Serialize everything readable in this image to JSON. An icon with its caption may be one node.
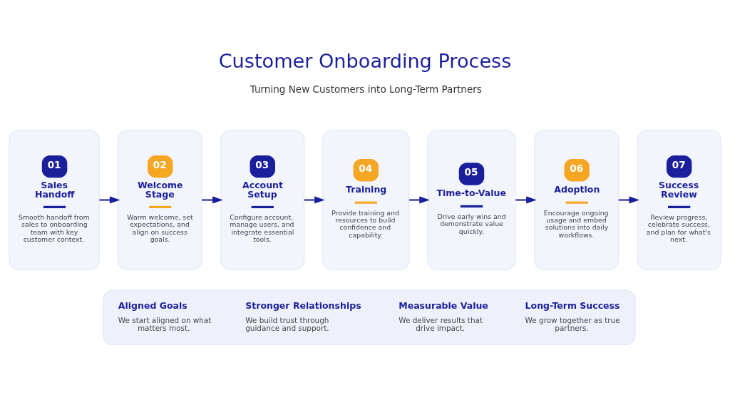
{
  "diagram": {
    "title": "Customer Onboarding Process",
    "nodes": [
      {
        "text": [
          "01",
          "Sales Handoff",
          "Smooth handoff from sales to onboarding team with key customer context."
        ]
      },
      {
        "text": [
          "02",
          "Welcome Stage",
          "Warm welcome, set expectations, and align on success goals."
        ]
      },
      {
        "text": [
          "03",
          "Account Setup",
          "Configure account, manage users, and integrate essential tools."
        ]
      },
      {
        "text": [
          "04",
          "Training",
          "Provide training and resources to build confidence and capability."
        ]
      },
      {
        "text": [
          "05",
          "Time-to-Value",
          "Drive early wins and demonstrate value quickly."
        ]
      },
      {
        "text": [
          "06",
          "Adoption",
          "Encourage ongoing usage and embed solutions into daily workflows."
        ]
      },
      {
        "text": [
          "07",
          "Success Review",
          "Review progress, celebrate success, and plan for what's next."
        ]
      },
      {
        "text": [],
        "shape": "box"
      },
      {
        "text": [
          "Aligned Goals",
          "We start aligned on what matters most."
        ],
        "in": 7
      },
      {
        "text": [
          "Stronger Relationships",
          "We build trust through guidance and support."
        ],
        "in": 7
      },
      {
        "text": [
          "Measurable Value",
          "We deliver results that drive impact."
        ],
        "in": 7
      },
      {
        "text": [
          "Long-Term Success",
          "We grow together as true partners."
        ],
        "in": 7
      }
    ],
    "edges": [
      {
        "from": 0,
        "to": 1,
        "arrow": "to"
      },
      {
        "from": 1,
        "to": 2,
        "arrow": "to"
      },
      {
        "from": 2,
        "to": 3,
        "arrow": "to"
      },
      {
        "from": 3,
        "to": 4,
        "arrow": "to"
      },
      {
        "from": 4,
        "to": 5,
        "arrow": "to"
      },
      {
        "from": 5,
        "to": 6,
        "arrow": "to"
      }
    ],
    "labels": [
      "Turning New Customers into Long-Term Partners"
    ]
  }
}
